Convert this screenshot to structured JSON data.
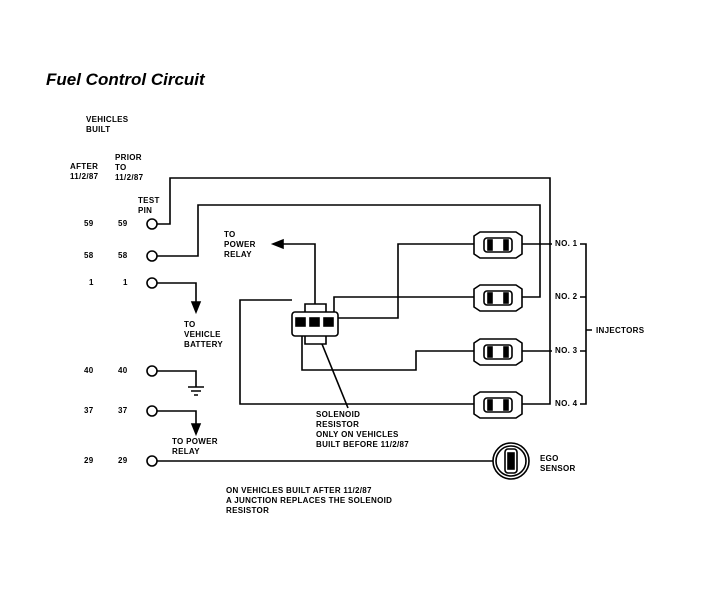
{
  "title": "Fuel Control Circuit",
  "header": {
    "vehicles_built": "VEHICLES\nBUILT",
    "after": "AFTER\n11/2/87",
    "prior_to": "PRIOR\nTO\n11/2/87",
    "test_pin": "TEST\nPIN"
  },
  "pins": [
    {
      "after": "59",
      "prior": "59"
    },
    {
      "after": "58",
      "prior": "58"
    },
    {
      "after": "1",
      "prior": "1"
    },
    {
      "after": "40",
      "prior": "40"
    },
    {
      "after": "37",
      "prior": "37"
    },
    {
      "after": "29",
      "prior": "29"
    }
  ],
  "labels": {
    "to_power_relay_top": "TO\nPOWER\nRELAY",
    "to_vehicle_battery": "TO\nVEHICLE\nBATTERY",
    "to_power_relay_bottom": "TO POWER\nRELAY",
    "solenoid_resistor": "SOLENOID\nRESISTOR\nONLY ON VEHICLES\nBUILT BEFORE 11/2/87",
    "ego_sensor": "EGO\nSENSOR",
    "injectors": "INJECTORS",
    "note": "ON VEHICLES BUILT AFTER 11/2/87\nA JUNCTION REPLACES THE SOLENOID\nRESISTOR"
  },
  "injectors": [
    "NO. 1",
    "NO. 2",
    "NO. 3",
    "NO. 4"
  ]
}
